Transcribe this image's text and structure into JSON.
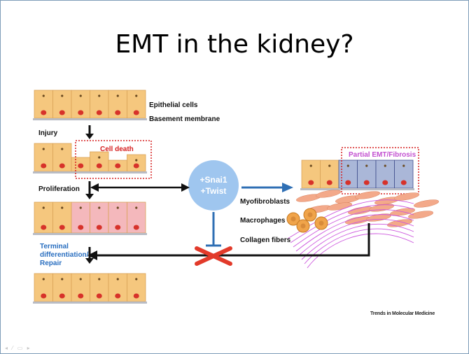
{
  "slide": {
    "title": "EMT in the kidney?"
  },
  "labels": {
    "epithelial_cells": "Epithelial cells",
    "basement_membrane": "Basement membrane",
    "injury": "Injury",
    "cell_death": "Cell death",
    "proliferation": "Proliferation",
    "terminal": "Terminal\ndifferentiation/\nRepair",
    "partial_emt": "Partial EMT/Fibrosis",
    "myofibroblasts": "Myofibroblasts",
    "macrophages": "Macrophages",
    "collagen_fibers": "Collagen fibers"
  },
  "factors": {
    "snai1": "+Snai1",
    "twist": "+Twist"
  },
  "credit": "Trends in Molecular Medicine",
  "colors": {
    "cell_fill": "#f5c77e",
    "cell_stroke": "#d9a257",
    "nucleus": "#d7322a",
    "membrane": "#b9bcc4",
    "injured_cell": "#f4b8bc",
    "emt_cell": "#aab7d8",
    "emt_stroke": "#3f4d8c",
    "fibroblast": "#f3a98a",
    "circle": "#9fc6ef",
    "arrow_black": "#111111",
    "arrow_blue": "#2f6fb4",
    "cross_red": "#e23a2a",
    "highlight_box": "#d62020",
    "collagen": "#cc55dd"
  },
  "nav": "◂ ⁄ ▭ ▸"
}
